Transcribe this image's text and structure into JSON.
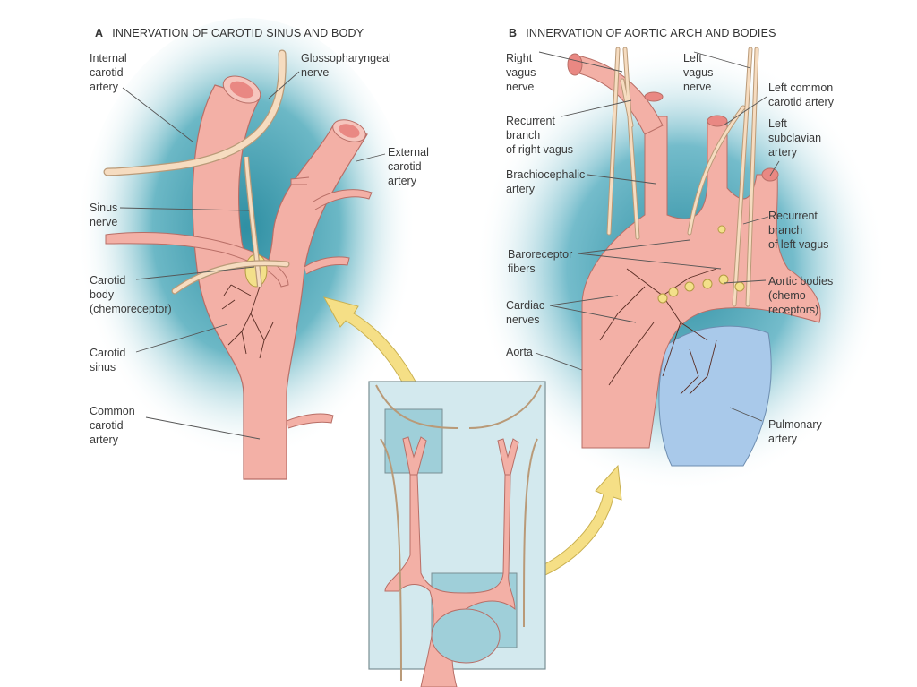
{
  "panelA": {
    "letter": "A",
    "title": "INNERVATION OF CAROTID SINUS AND BODY",
    "labels": {
      "internal_carotid": "Internal\ncarotid\nartery",
      "glossopharyngeal": "Glossopharyngeal\nnerve",
      "external_carotid": "External\ncarotid\nartery",
      "sinus_nerve": "Sinus\nnerve",
      "carotid_body": "Carotid\nbody\n(chemoreceptor)",
      "carotid_sinus": "Carotid\nsinus",
      "common_carotid": "Common\ncarotid\nartery"
    }
  },
  "panelB": {
    "letter": "B",
    "title": "INNERVATION OF AORTIC ARCH AND BODIES",
    "labels": {
      "right_vagus": "Right\nvagus\nnerve",
      "left_vagus": "Left\nvagus\nnerve",
      "left_common_carotid": "Left common\ncarotid artery",
      "recurrent_right": "Recurrent\nbranch\nof right vagus",
      "left_subclavian": "Left\nsubclavian\nartery",
      "brachiocephalic": "Brachiocephalic\nartery",
      "recurrent_left": "Recurrent\nbranch\nof left vagus",
      "baroreceptor": "Baroreceptor\nfibers",
      "aortic_bodies": "Aortic bodies\n(chemo-\nreceptors)",
      "cardiac_nerves": "Cardiac\nnerves",
      "aorta": "Aorta",
      "pulmonary_artery": "Pulmonary\nartery"
    }
  },
  "colors": {
    "artery": "#f4b6ac",
    "artery_edge": "#b86e66",
    "artery_lumen": "#e98883",
    "nerve": "#f6dcc0",
    "nerve_edge": "#b99a78",
    "halo": "#3f9fb0",
    "inset_bg": "#d3e9ee",
    "pulmonary": "#a9c9ea",
    "arrow": "#f5df86",
    "body": "#f3e08a"
  }
}
